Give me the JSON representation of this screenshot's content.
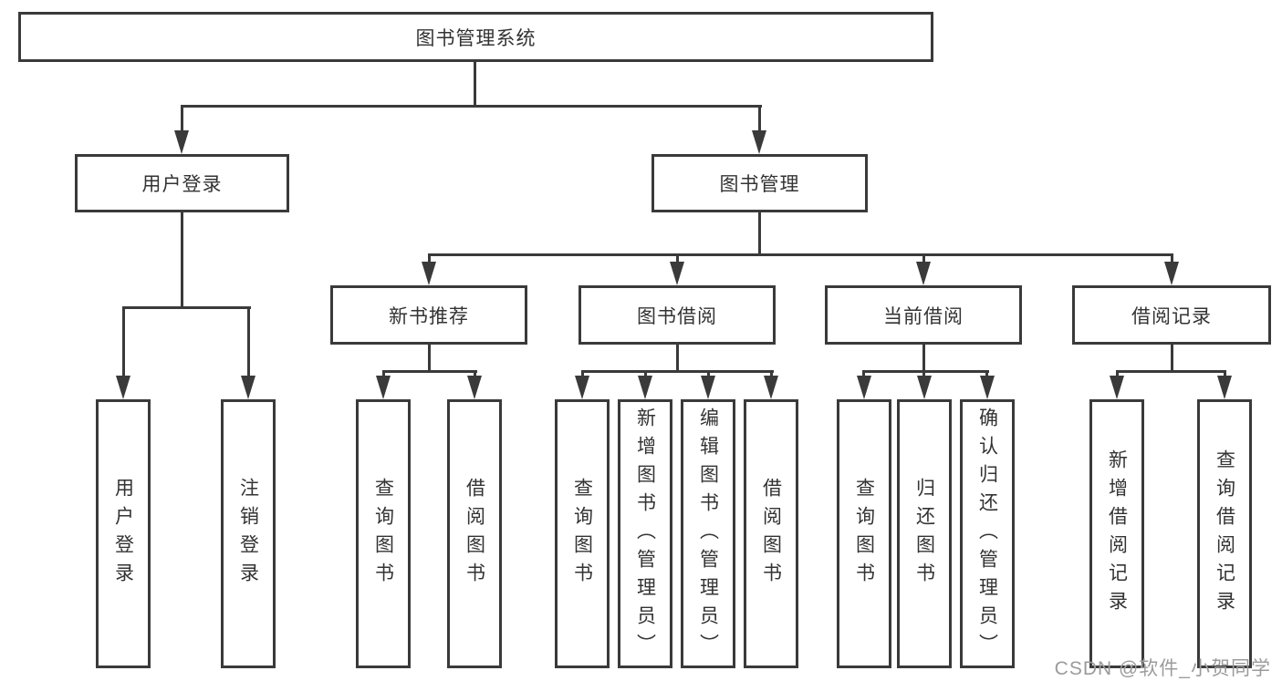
{
  "diagram": {
    "root": {
      "label": "图书管理系统"
    },
    "user_login": {
      "label": "用户登录",
      "children": {
        "login": {
          "label": "用户登录"
        },
        "logout": {
          "label": "注销登录"
        }
      }
    },
    "book_mgmt": {
      "label": "图书管理",
      "new_books": {
        "label": "新书推荐",
        "children": {
          "query": {
            "label": "查询图书"
          },
          "borrow": {
            "label": "借阅图书"
          }
        }
      },
      "book_borrow": {
        "label": "图书借阅",
        "children": {
          "query": {
            "label": "查询图书"
          },
          "add": {
            "label": "新增图书（管理员）"
          },
          "edit": {
            "label": "编辑图书（管理员）"
          },
          "borrow": {
            "label": "借阅图书"
          }
        }
      },
      "current_borrow": {
        "label": "当前借阅",
        "children": {
          "query": {
            "label": "查询图书"
          },
          "return": {
            "label": "归还图书"
          },
          "confirm": {
            "label": "确认归还（管理员）"
          }
        }
      },
      "borrow_records": {
        "label": "借阅记录",
        "children": {
          "add": {
            "label": "新增借阅记录"
          },
          "query": {
            "label": "查询借阅记录"
          }
        }
      }
    },
    "watermark": {
      "text": "CSDN @软件_小贺同学"
    },
    "colors": {
      "line": "#3a3a3a",
      "text": "#333333",
      "canvas": "#ffffff",
      "watermark": "#9b9b9b"
    }
  }
}
